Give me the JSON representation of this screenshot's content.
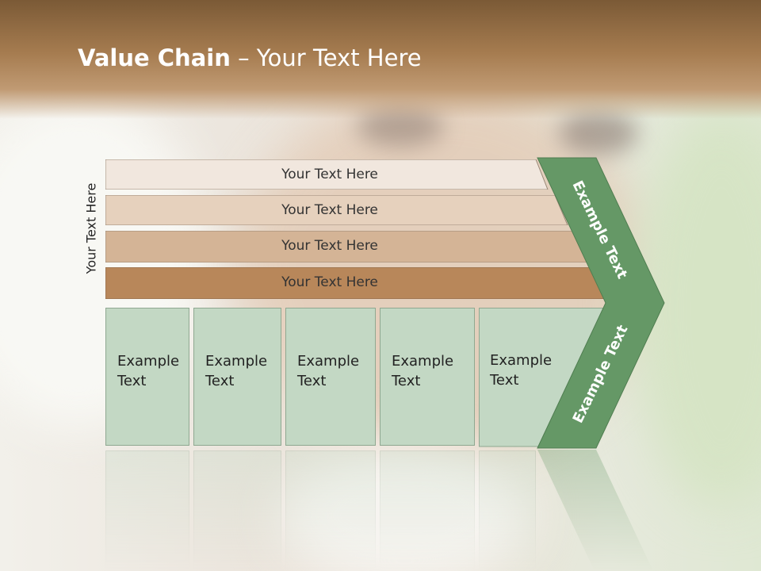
{
  "title": {
    "bold": "Value Chain",
    "rest": " – Your Text Here"
  },
  "vertical_label": "Your Text Here",
  "strips": [
    {
      "label": "Your Text Here",
      "color": "#f1e7de"
    },
    {
      "label": "Your Text Here",
      "color": "#e6d1bd"
    },
    {
      "label": "Your Text Here",
      "color": "#d4b496"
    },
    {
      "label": "Your Text Here",
      "color": "#b8875a"
    }
  ],
  "boxes": [
    {
      "line1": "Example",
      "line2": "Text"
    },
    {
      "line1": "Example",
      "line2": "Text"
    },
    {
      "line1": "Example",
      "line2": "Text"
    },
    {
      "line1": "Example",
      "line2": "Text"
    },
    {
      "line1": "Example",
      "line2": "Text"
    }
  ],
  "chevron": {
    "top_label": "Example Text",
    "bottom_label": "Example Text",
    "color": "#659866"
  },
  "colors": {
    "box_fill": "#c3d8c4",
    "box_border": "#8fa891",
    "header": "#8c6640"
  }
}
